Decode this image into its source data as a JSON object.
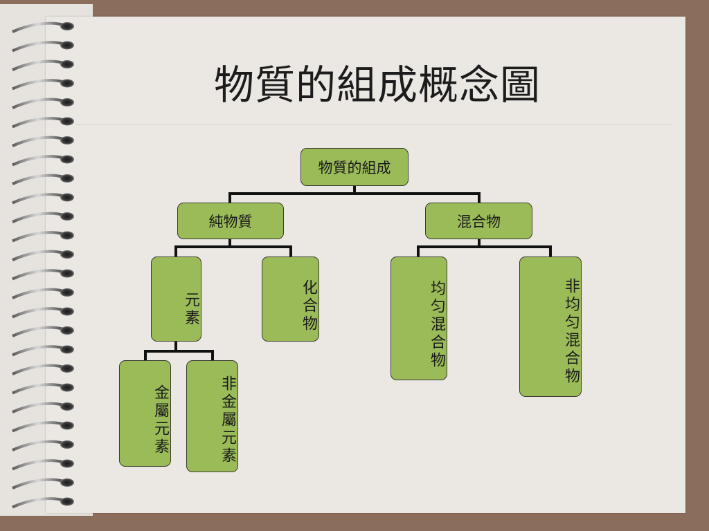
{
  "slide": {
    "title": "物質的組成概念圖"
  },
  "diagram": {
    "root": "物質的組成",
    "pure": "純物質",
    "mixture": "混合物",
    "element": "元素",
    "compound": "化合物",
    "homogeneous": "均匀混合物",
    "heterogeneous": "非均匀混合物",
    "metal": "金屬元素",
    "nonmetal": "非金屬元素"
  },
  "colors": {
    "node_fill": "#9bbb59",
    "node_border": "#3a3a2e",
    "connector": "#111111",
    "paper": "#ebe7e3",
    "frame": "#8b6d5b"
  }
}
